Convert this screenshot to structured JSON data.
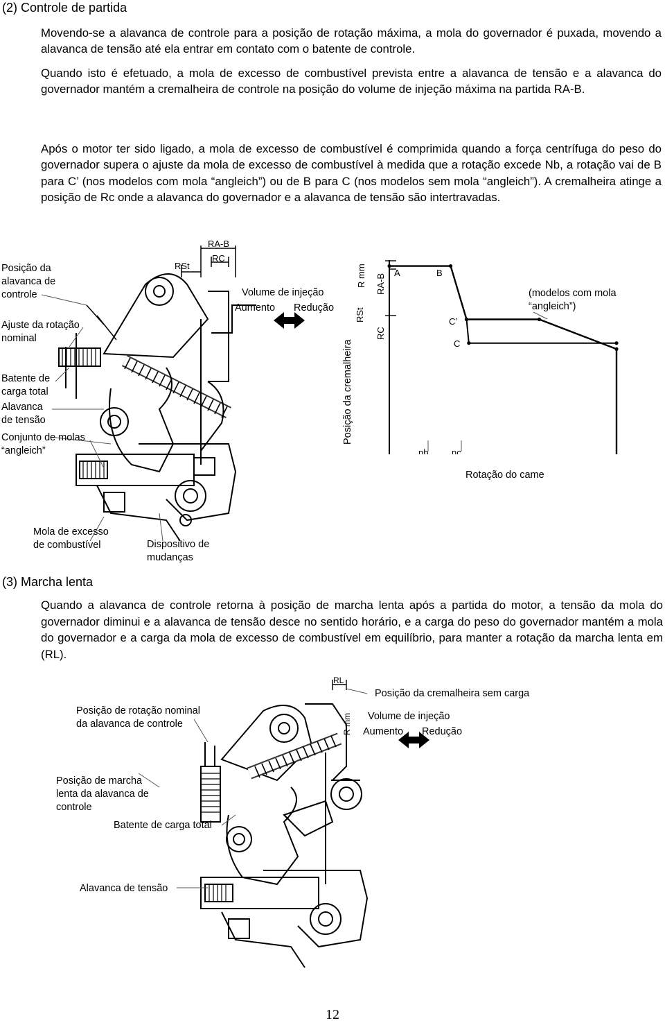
{
  "section2": {
    "heading": "(2) Controle de partida",
    "p1": "Movendo-se a alavanca de controle para a posição de rotação máxima, a mola do governador é puxada, movendo a alavanca de tensão até ela entrar em contato com o batente de controle.",
    "p2": "Quando isto é efetuado, a mola de excesso de combustível prevista entre a alavanca de tensão e a alavanca do governador mantém a cremalheira de controle na posição do volume de injeção máxima na partida RA-B.",
    "p3": "Após o motor ter sido ligado, a mola de excesso de combustível é comprimida quando a força centrífuga do peso do governador supera o ajuste da mola de excesso de combustível à medida que a rotação excede Nb, a rotação vai de B para C’ (nos modelos com mola “angleich”) ou de B para C (nos modelos sem mola “angleich”). A cremalheira atinge a posição de Rc onde a alavanca do governador e a alavanca de tensão são intertravadas."
  },
  "figure1": {
    "labels": {
      "lever_position": "Posição da\nalavanca de\ncontrole",
      "rated_speed": "Ajuste da rotação\nnominal",
      "full_load_stop": "Batente de\ncarga total",
      "tension_lever": "Alavanca\nde tensão",
      "angleich_set": "Conjunto de molas\n“angleich”",
      "excess_fuel_spring": "Mola de excesso\nde combustível",
      "shift_device": "Dispositivo de\nmudanças",
      "injection_volume": "Volume de injeção",
      "increase": "Aumento",
      "decrease": "Redução",
      "angleich_models": "(modelos com mola\n“angleich”)",
      "rack_position_axis": "Posição da cremalheira",
      "cam_speed_axis": "Rotação do came",
      "dim_rab": "RA-B",
      "dim_rst": "RSt",
      "dim_rc": "RC"
    }
  },
  "chart_data": {
    "type": "line",
    "title": "",
    "xlabel": "Rotação do came",
    "ylabel": "Posição da cremalheira",
    "y_unit_label": "R mm",
    "x_ticks": [
      "nb",
      "nc"
    ],
    "y_markers": [
      "RA-B",
      "RSt",
      "RC"
    ],
    "points": [
      "A",
      "B",
      "C’",
      "C"
    ],
    "annotation": "(modelos com mola “angleich”)",
    "series": [
      {
        "values": [
          [
            0,
            0.97
          ],
          [
            0.27,
            0.97
          ],
          [
            0.34,
            0.7
          ],
          [
            0.66,
            0.7
          ],
          [
            1.0,
            0.55
          ],
          [
            1.0,
            0
          ]
        ]
      },
      {
        "values": [
          [
            0.34,
            0.7
          ],
          [
            0.35,
            0.58
          ],
          [
            1.0,
            0.58
          ]
        ]
      }
    ],
    "xlim": [
      0,
      1
    ],
    "ylim": [
      0,
      1
    ]
  },
  "section3": {
    "heading": "(3) Marcha lenta",
    "p1": "Quando a alavanca de controle retorna à posição de marcha lenta após a partida do motor, a tensão da mola do governador diminui e a alavanca de tensão desce no sentido horário, e a carga do peso do governador mantém a mola do governador e a carga da mola de excesso de combustível em equilíbrio, para manter a rotação da marcha lenta em (RL)."
  },
  "figure2": {
    "labels": {
      "rack_no_load": "Posição da cremalheira sem carga",
      "rated_lever_pos": "Posição de rotação nominal\nda alavanca de controle",
      "injection_volume": "Volume de injeção",
      "increase": "Aumento",
      "decrease": "Redução",
      "idle_lever_pos": "Posição de marcha\nlenta da alavanca de\ncontrole",
      "full_load_stop": "Batente de carga total",
      "tension_lever": "Alavanca de tensão",
      "dim_rl": "RL",
      "unit": "R mm"
    }
  },
  "page_number": "12"
}
